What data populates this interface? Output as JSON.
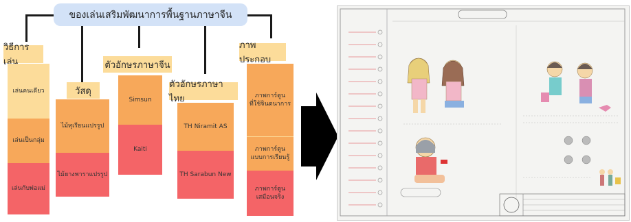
{
  "title": "ของเล่นเสริมพัฒนาการพื้นฐานภาษาจีน",
  "categories": [
    {
      "id": "play",
      "header": "วิธีการเล่น",
      "items": [
        "เล่นคนเดียว",
        "เล่นเป็นกลุ่ม",
        "เล่นกับพ่อแม่"
      ]
    },
    {
      "id": "material",
      "header": "วัสดุ",
      "items": [
        "ไม้ทุเรียนแปรรูป",
        "ไม้ยางพาราแปรรูป"
      ]
    },
    {
      "id": "chinese",
      "header": "ตัวอักษรภาษาจีน",
      "items": [
        "Simsun",
        "Kaiti"
      ]
    },
    {
      "id": "thai",
      "header": "ตัวอักษรภาษาไทย",
      "items": [
        "TH Niramit AS",
        "TH Sarabun New"
      ]
    },
    {
      "id": "image",
      "header": "ภาพประกอบ",
      "items": [
        "ภาพการ์ตูน\nที่ใช้จินตนาการ",
        "ภาพการ์ตูน\nแบบการเรียนรู้",
        "ภาพการ์ตูน\nเสมือนจริง"
      ]
    }
  ],
  "colors": {
    "light": "#fcdc9a",
    "mid": "#f7a85a",
    "dark": "#f46467",
    "title_bg": "#d3e2f7"
  }
}
